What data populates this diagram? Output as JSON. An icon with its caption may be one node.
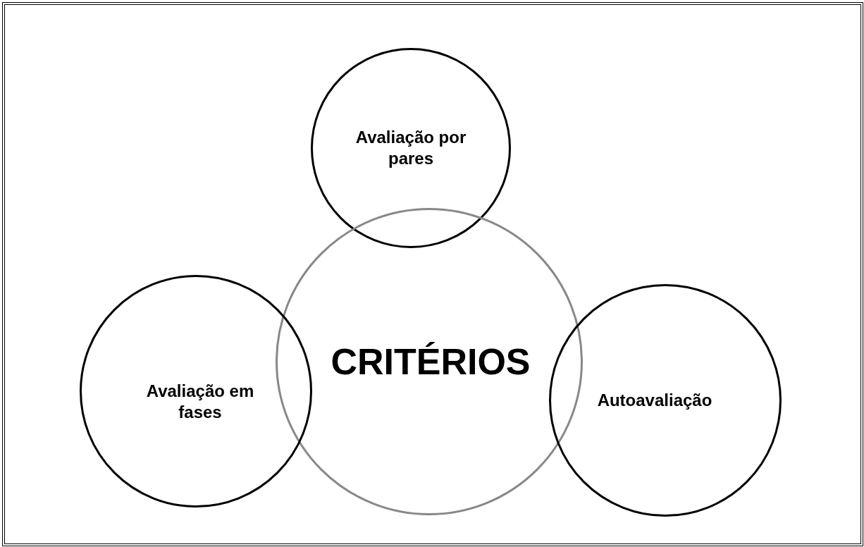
{
  "diagram": {
    "nodes": [
      {
        "text": [
          "Avaliação por pares"
        ]
      },
      {
        "text": [
          "CRITÉRIOS"
        ]
      },
      {
        "text": [
          "Avaliação em fases"
        ]
      },
      {
        "text": [
          "Autoavaliação"
        ]
      }
    ]
  }
}
